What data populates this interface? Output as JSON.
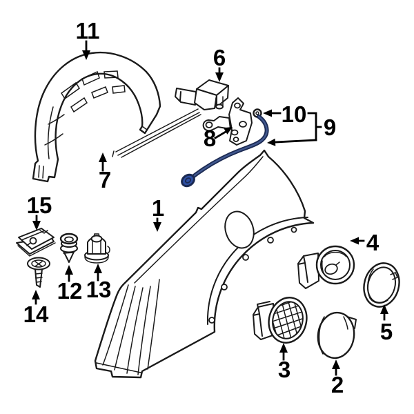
{
  "diagram": {
    "background_color": "#ffffff",
    "line_color": "#1a1a1a",
    "label_color": "#000000",
    "highlight": {
      "cable_outline": "#1b2a52",
      "cable_core": "#41588f",
      "cable_end_fill": "#2e4fa3"
    },
    "callouts": {
      "p1": "1",
      "p2": "2",
      "p3": "3",
      "p4": "4",
      "p5": "5",
      "p6": "6",
      "p7": "7",
      "p8": "8",
      "p9": "9",
      "p10": "10",
      "p11": "11",
      "p12": "12",
      "p13": "13",
      "p14": "14",
      "p15": "15"
    }
  }
}
